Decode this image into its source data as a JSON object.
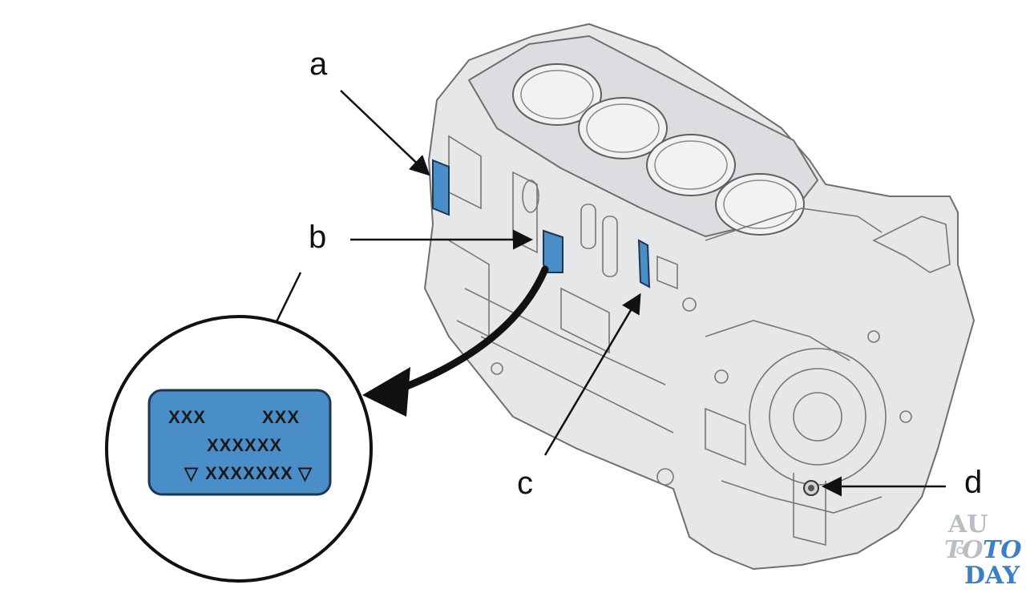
{
  "callouts": {
    "a": "a",
    "b": "b",
    "c": "c",
    "d": "d"
  },
  "plate": {
    "line1_left": "XXX",
    "line1_right": "XXX",
    "line2": "XXXXXX",
    "line3_prefix": "▽",
    "line3_code": "XXXXXXX",
    "line3_suffix": "▽"
  },
  "watermark": {
    "line1": "AU",
    "line2a": "TO",
    "line2b": "TO",
    "line3": "DAY"
  },
  "colors": {
    "block_fill": "#e6e7e9",
    "block_line": "#6f6f6f",
    "plate_fill": "#4a8ec9",
    "plate_stroke": "#1f3550",
    "arrow": "#111111",
    "watermark_blue": "#3d7fc4",
    "watermark_grey": "#b9bec4"
  }
}
